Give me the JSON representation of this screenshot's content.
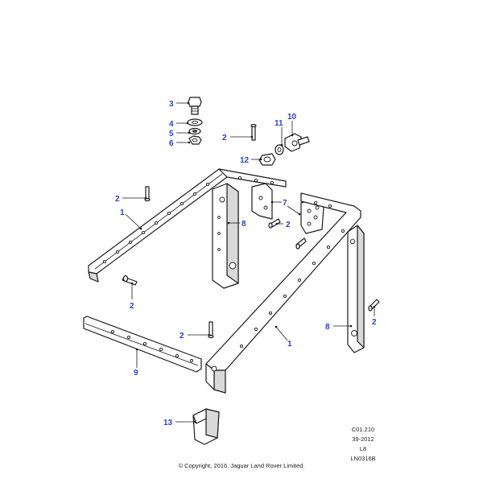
{
  "colors": {
    "callout": "#2a3fd6",
    "line": "#1a1a1a",
    "shade": "#d9d9d9"
  },
  "callouts": {
    "c3": "3",
    "c4": "4",
    "c5": "5",
    "c6": "6",
    "c2a": "2",
    "c11": "11",
    "c10": "10",
    "c12": "12",
    "c2b": "2",
    "c1a": "1",
    "c8a": "8",
    "c7": "7",
    "c2c": "2",
    "c2d": "2",
    "c2e": "2",
    "c2f": "2",
    "c8b": "8",
    "c1b": "1",
    "c9": "9",
    "c13": "13"
  },
  "meta": {
    "section": "C01.210",
    "date": "39-2012",
    "model": "L8",
    "drawing": "LN0316B"
  },
  "copyright": "© Copyright, 2016. Jaguar Land Rover Limited."
}
